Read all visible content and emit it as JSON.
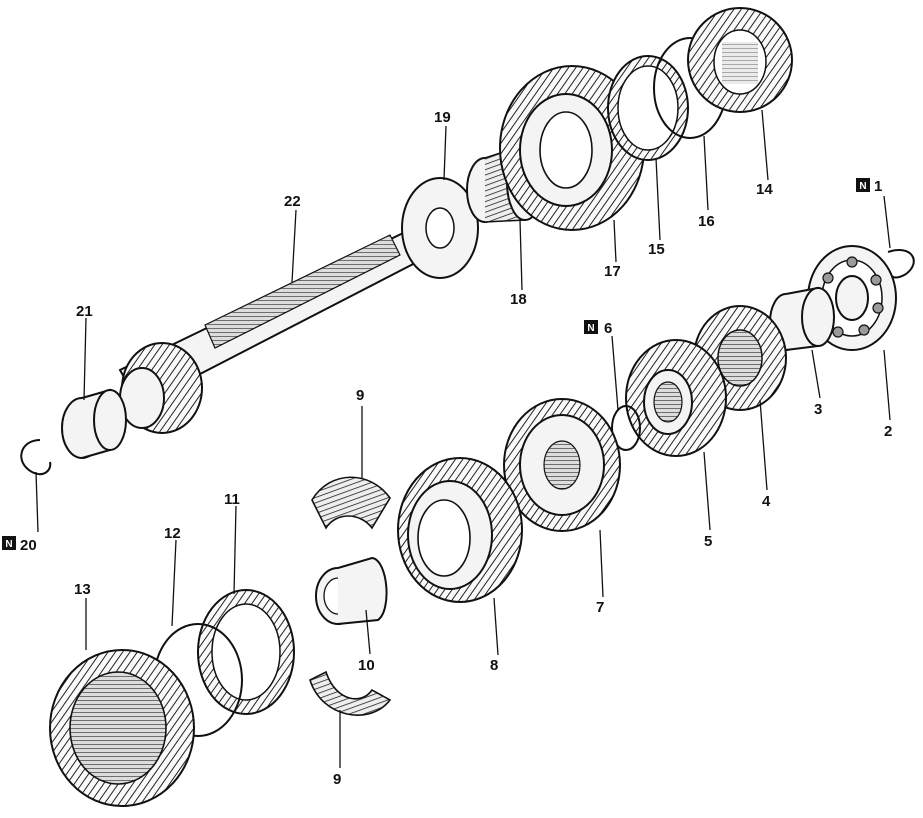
{
  "callouts": [
    {
      "id": "1",
      "text": "1",
      "marker": "N"
    },
    {
      "id": "2",
      "text": "2"
    },
    {
      "id": "3",
      "text": "3"
    },
    {
      "id": "4",
      "text": "4"
    },
    {
      "id": "5",
      "text": "5"
    },
    {
      "id": "6",
      "text": "6",
      "marker": "N"
    },
    {
      "id": "7",
      "text": "7"
    },
    {
      "id": "8",
      "text": "8"
    },
    {
      "id": "9a",
      "text": "9"
    },
    {
      "id": "9b",
      "text": "9"
    },
    {
      "id": "10",
      "text": "10"
    },
    {
      "id": "11",
      "text": "11"
    },
    {
      "id": "12",
      "text": "12"
    },
    {
      "id": "13",
      "text": "13"
    },
    {
      "id": "14",
      "text": "14"
    },
    {
      "id": "15",
      "text": "15"
    },
    {
      "id": "16",
      "text": "16"
    },
    {
      "id": "17",
      "text": "17"
    },
    {
      "id": "18",
      "text": "18"
    },
    {
      "id": "19",
      "text": "19"
    },
    {
      "id": "20",
      "text": "20",
      "marker": "N"
    },
    {
      "id": "21",
      "text": "21"
    },
    {
      "id": "22",
      "text": "22"
    }
  ],
  "marker_letter": "N"
}
